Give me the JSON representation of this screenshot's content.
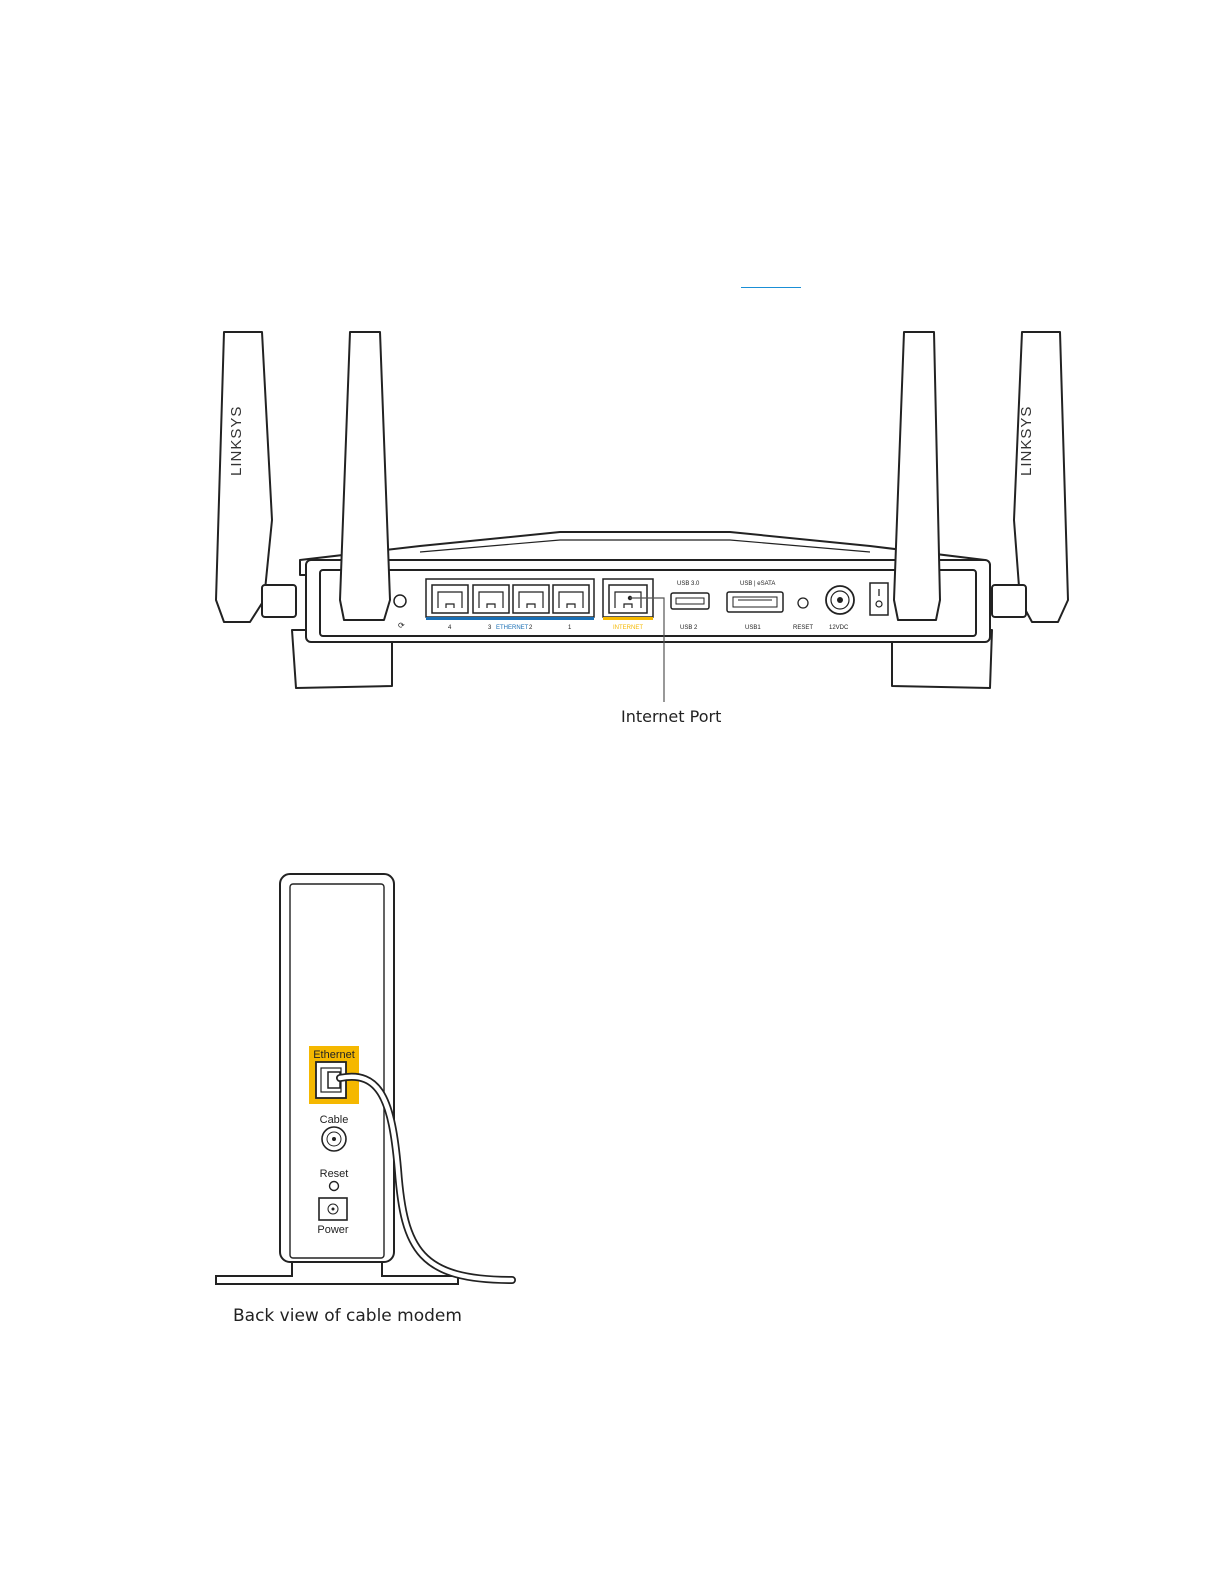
{
  "router": {
    "brand": "LINKSYS",
    "port_labels": {
      "eth4": "4",
      "eth3": "3",
      "ethernet": "ETHERNET",
      "eth2": "2",
      "eth1": "1",
      "internet": "INTERNET",
      "usb30": "USB 3.0",
      "usb2": "USB 2",
      "usb_esata": "USB | eSATA",
      "usb1": "USB1",
      "reset": "RESET",
      "power": "12VDC"
    },
    "callout": "Internet Port"
  },
  "modem": {
    "labels": {
      "ethernet": "Ethernet",
      "cable": "Cable",
      "reset": "Reset",
      "power": "Power"
    },
    "caption": "Back view of cable modem"
  },
  "colors": {
    "ethernet_blue": "#1a6fb5",
    "internet_yellow": "#f5b800",
    "link_blue": "#1a8fd6"
  }
}
